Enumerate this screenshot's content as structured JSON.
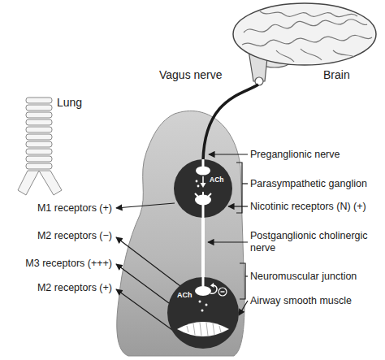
{
  "diagram": {
    "nodes": [
      {
        "text": [
          "ACh"
        ]
      },
      {
        "text": [
          "ACh"
        ]
      }
    ],
    "edges": [
      {
        "from": 0,
        "to": 1,
        "arrow": "none"
      }
    ],
    "labels": [
      "Brain",
      "Vagus nerve",
      "Lung",
      "Preganglionic nerve",
      "Parasympathetic ganglion",
      "Nicotinic receptors (N) (+)",
      "M1 receptors (+)",
      "M2 receptors (−)",
      "Postganglionic cholinergic nerve",
      "M3 receptors (+++)",
      "Neuromuscular junction",
      "M2 receptors (+)",
      "Airway smooth muscle"
    ]
  }
}
